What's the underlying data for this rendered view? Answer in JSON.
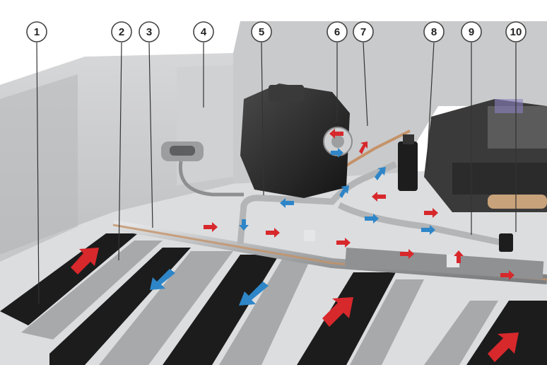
{
  "callouts": [
    {
      "id": "1",
      "label": "1"
    },
    {
      "id": "2",
      "label": "2"
    },
    {
      "id": "3",
      "label": "3"
    },
    {
      "id": "4",
      "label": "4"
    },
    {
      "id": "5",
      "label": "5"
    },
    {
      "id": "6",
      "label": "6"
    },
    {
      "id": "7",
      "label": "7"
    },
    {
      "id": "8",
      "label": "8"
    },
    {
      "id": "9",
      "label": "9"
    },
    {
      "id": "10",
      "label": "10"
    }
  ],
  "colors": {
    "background": "#ffffff",
    "housing": "#cfd0d1",
    "floor": "#dfe0e1",
    "pipe": "#b3b5b7",
    "cooling_plate": "#a7a9ab",
    "module_strip": "#1c1c1c",
    "pump_body": "#242424",
    "copper_line": "#c49268",
    "flow_hot": "#d7282c",
    "flow_cold": "#2e86c8"
  },
  "flow_arrows": [
    {
      "name": "flow-arrow-hot",
      "color": "flow_hot"
    },
    {
      "name": "flow-arrow-cold",
      "color": "flow_cold"
    }
  ]
}
